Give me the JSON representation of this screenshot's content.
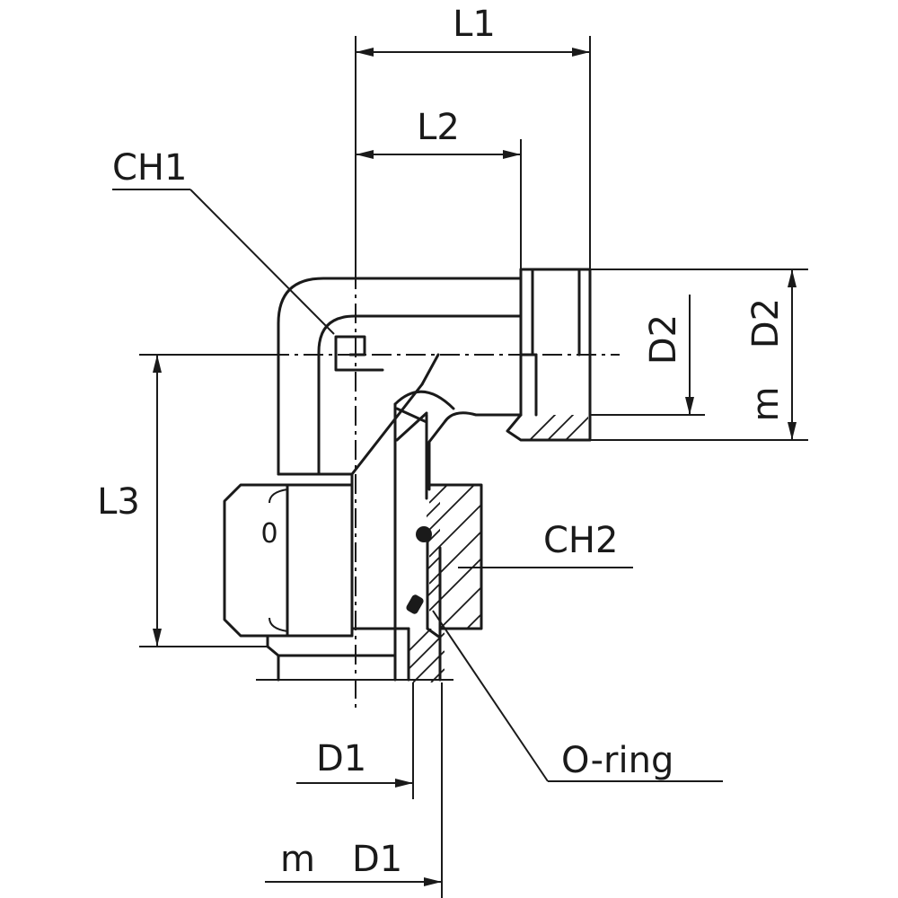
{
  "labels": {
    "l1": "L1",
    "l2": "L2",
    "l3": "L3",
    "ch1": "CH1",
    "ch2": "CH2",
    "d1": "D1",
    "m": "m",
    "d2": "D2",
    "o_ring": "O-ring",
    "nut_mark": "0"
  },
  "colors": {
    "line": "#1a1a1a",
    "background": "#ffffff"
  }
}
